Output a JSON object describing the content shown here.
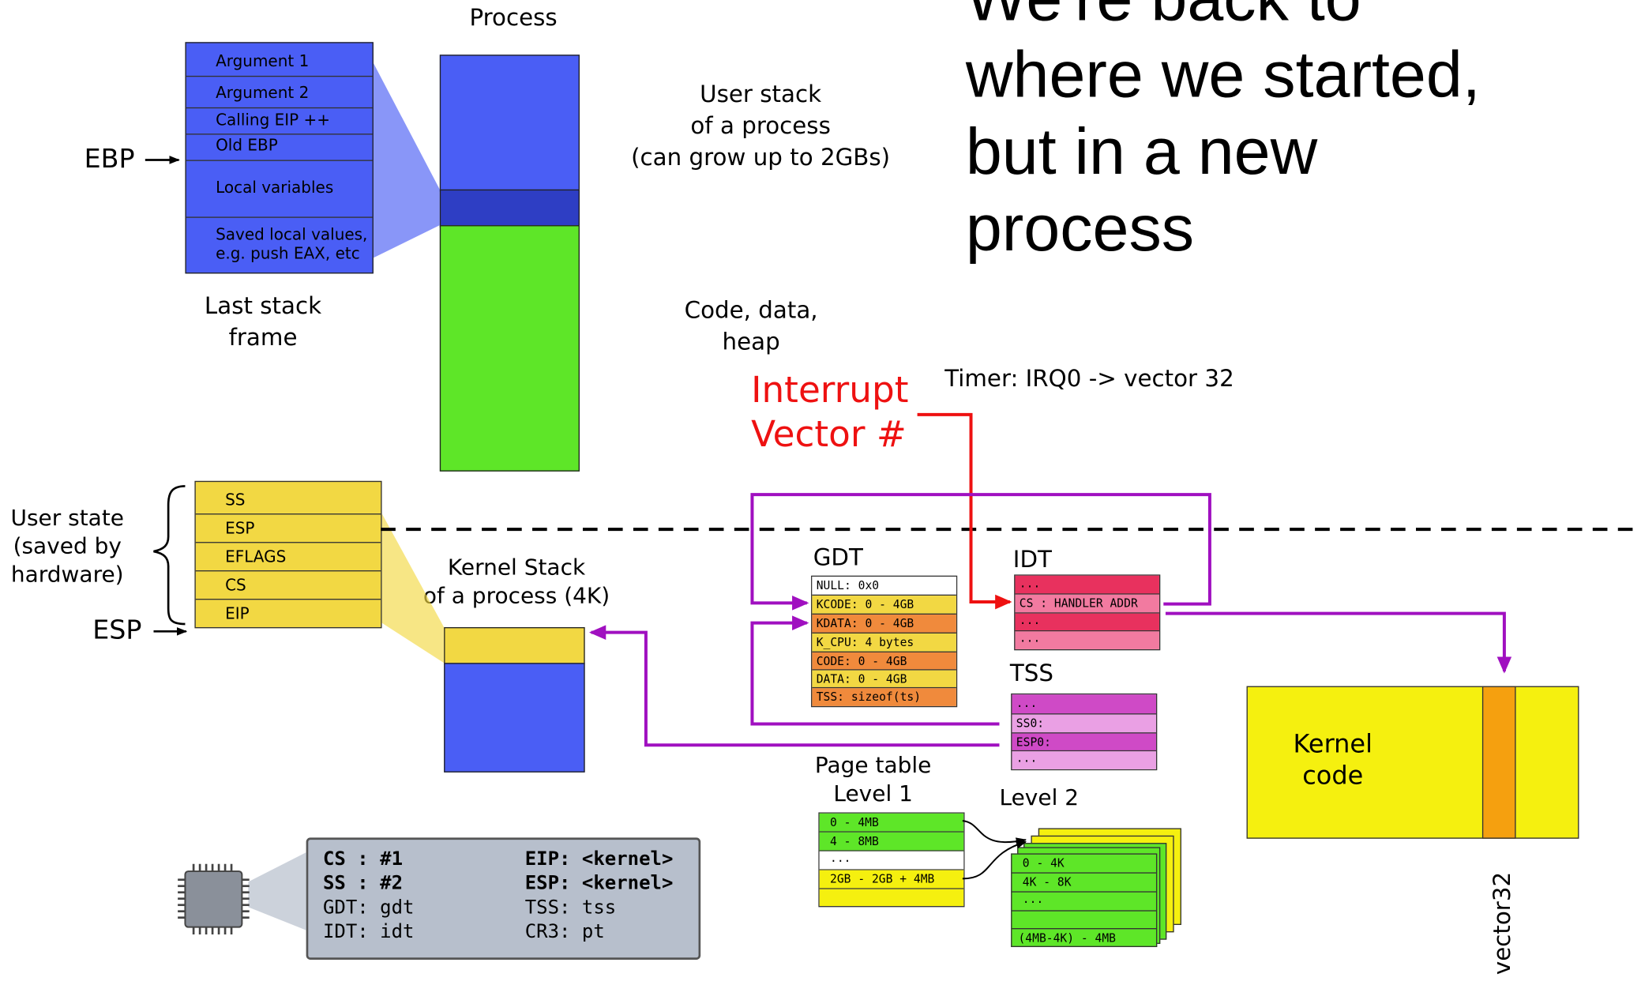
{
  "title_lines": [
    "We're back to",
    "where we started,",
    "but in a new",
    "process"
  ],
  "process_label": "Process",
  "user_stack_label": [
    "User stack",
    "of a process",
    "(can grow up to 2GBs)"
  ],
  "code_data_label": [
    "Code, data,",
    "heap"
  ],
  "last_stack_frame_label": [
    "Last stack",
    "frame"
  ],
  "stack_frame_rows": [
    "Argument 1",
    "Argument 2",
    "Calling EIP ++",
    "Old EBP",
    "Local variables",
    "Saved local values,",
    "e.g. push EAX, etc"
  ],
  "ebp_label": "EBP",
  "esp_label": "ESP",
  "user_state_label": [
    "User state",
    "(saved by",
    "hardware)"
  ],
  "user_state_rows": [
    "SS",
    "ESP",
    "EFLAGS",
    "CS",
    "EIP"
  ],
  "kernel_stack_label": [
    "Kernel Stack",
    "of a process (4K)"
  ],
  "interrupt_label": [
    "Interrupt",
    "Vector #"
  ],
  "timer_label": "Timer: IRQ0 -> vector 32",
  "gdt_label": "GDT",
  "gdt_rows": [
    "NULL: 0x0",
    "KCODE: 0 - 4GB",
    "KDATA: 0 - 4GB",
    "K_CPU: 4 bytes",
    "CODE: 0 - 4GB",
    "DATA: 0 - 4GB",
    "TSS: sizeof(ts)"
  ],
  "idt_label": "IDT",
  "idt_rows": [
    "...",
    "CS : HANDLER ADDR",
    "...",
    "..."
  ],
  "tss_label": "TSS",
  "tss_rows": [
    "...",
    "SS0:",
    "ESP0:",
    "..."
  ],
  "page_table_label": [
    "Page table",
    "Level 1"
  ],
  "level2_label": "Level 2",
  "pt1_rows": [
    "0 - 4MB",
    "4 - 8MB",
    "...",
    "",
    "2GB - 2GB + 4MB",
    ""
  ],
  "pt2_rows": [
    "0 - 4K",
    "4K - 8K",
    "...",
    "",
    "(4MB-4K) - 4MB"
  ],
  "kernel_code_label": [
    "Kernel",
    "code"
  ],
  "vector32_label": "vector32",
  "cpu_regs": {
    "cs": "CS : #1",
    "ss": "SS : #2",
    "gdt": "GDT: gdt",
    "idt": "IDT: idt",
    "eip": "EIP: <kernel>",
    "esp": "ESP: <kernel>",
    "tss": "TSS: tss",
    "cr3": "CR3: pt"
  },
  "colors": {
    "blue": "#4a5ef5",
    "dark_blue": "#2e3ec4",
    "green": "#5ee628",
    "yellow_state": "#f2d843",
    "purple": "#a010c0",
    "red": "#ee1111",
    "kernel_yellow": "#f5f00f",
    "orange": "#f5a00f"
  }
}
